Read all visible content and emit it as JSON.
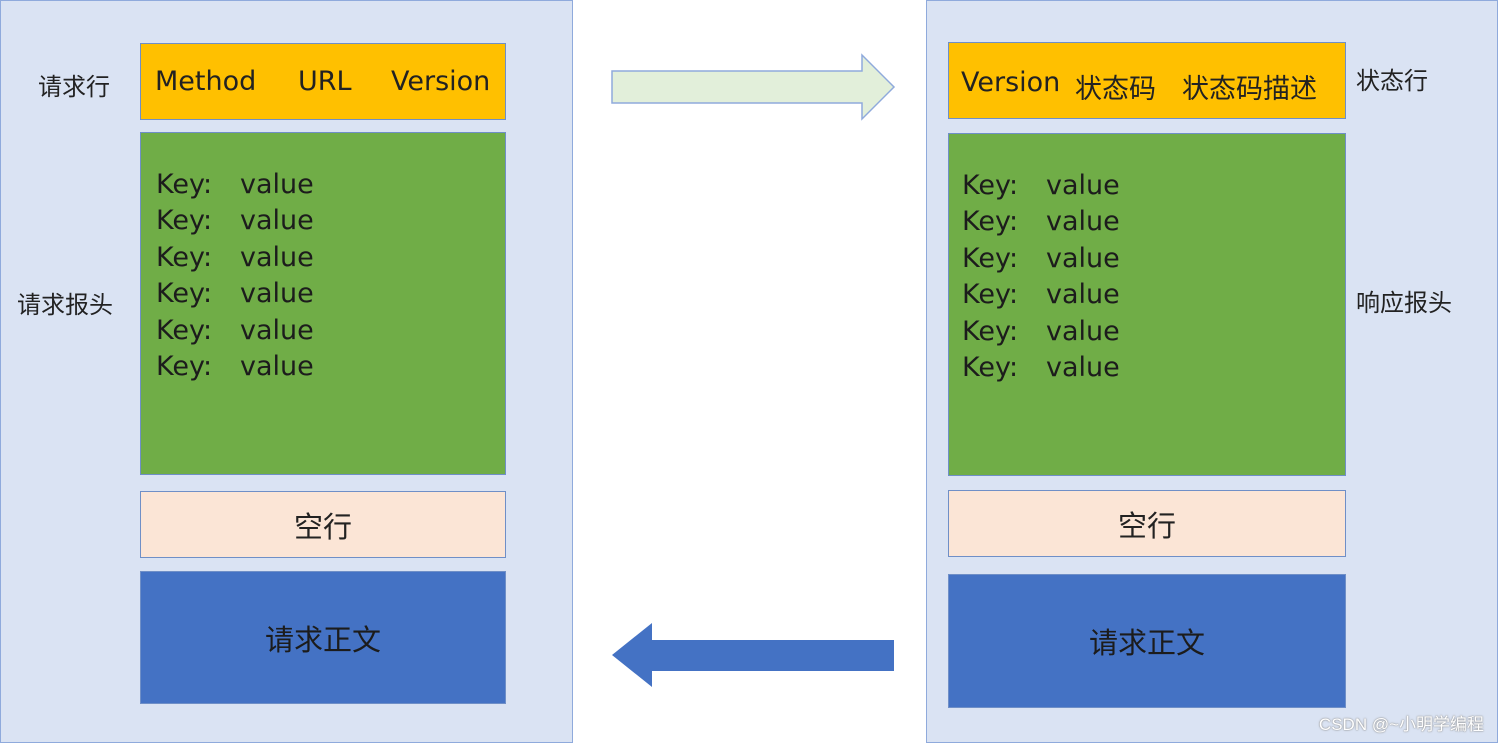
{
  "request": {
    "line_label": "请求行",
    "line_parts": [
      "Method",
      "URL",
      "Version"
    ],
    "headers_label": "请求报头",
    "headers": [
      {
        "key": "Key:",
        "value": "value"
      },
      {
        "key": "Key:",
        "value": "value"
      },
      {
        "key": "Key:",
        "value": "value"
      },
      {
        "key": "Key:",
        "value": "value"
      },
      {
        "key": "Key:",
        "value": "value"
      },
      {
        "key": "Key:",
        "value": "value"
      }
    ],
    "blank_line": "空行",
    "body": "请求正文"
  },
  "response": {
    "line_label": "状态行",
    "line_parts": [
      "Version",
      "状态码",
      "状态码描述"
    ],
    "headers_label": "响应报头",
    "headers": [
      {
        "key": "Key:",
        "value": "value"
      },
      {
        "key": "Key:",
        "value": "value"
      },
      {
        "key": "Key:",
        "value": "value"
      },
      {
        "key": "Key:",
        "value": "value"
      },
      {
        "key": "Key:",
        "value": "value"
      },
      {
        "key": "Key:",
        "value": "value"
      }
    ],
    "blank_line": "空行",
    "body": "请求正文"
  },
  "watermark": "CSDN @~小明学编程",
  "colors": {
    "panel_bg": "#dae3f3",
    "status_line": "#ffc000",
    "headers": "#70ad47",
    "blank_line": "#fbe5d6",
    "body": "#4472c4",
    "request_arrow": "#e2efda",
    "response_arrow": "#4472c4"
  }
}
